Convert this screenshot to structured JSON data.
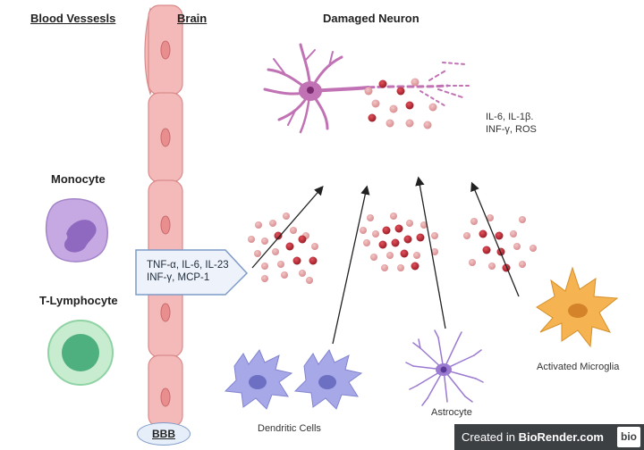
{
  "headers": {
    "blood_vessels": "Blood Vessesls",
    "brain": "Brain",
    "damaged_neuron": "Damaged Neuron"
  },
  "cells": {
    "monocyte": "Monocyte",
    "t_lymphocyte": "T-Lymphocyte",
    "dendritic_cells": "Dendritic Cells",
    "astrocyte": "Astrocyte",
    "activated_microglia": "Activated Microglia"
  },
  "cytokines": {
    "neuron_line1": "IL-6, IL-1β.",
    "neuron_line2": "INF-γ, ROS",
    "callout_line1": "TNF-α, IL-6, IL-23",
    "callout_line2": "INF-γ, MCP-1"
  },
  "bbb_label": "BBB",
  "branding": {
    "prefix": "Created in ",
    "name": "BioRender.com",
    "logo": "bio"
  },
  "colors": {
    "vessel_fill": "#f4b9b9",
    "vessel_stroke": "#d98a8a",
    "neuron": "#c172b4",
    "monocyte": "#c6a8e2",
    "t_lymphocyte": "#8fd3a4",
    "dendritic": "#a7a8e8",
    "microglia": "#f5b451",
    "astrocyte": "#9b7ad1",
    "particle_dark": "#b5222e",
    "particle_light": "#e4a3a5"
  }
}
